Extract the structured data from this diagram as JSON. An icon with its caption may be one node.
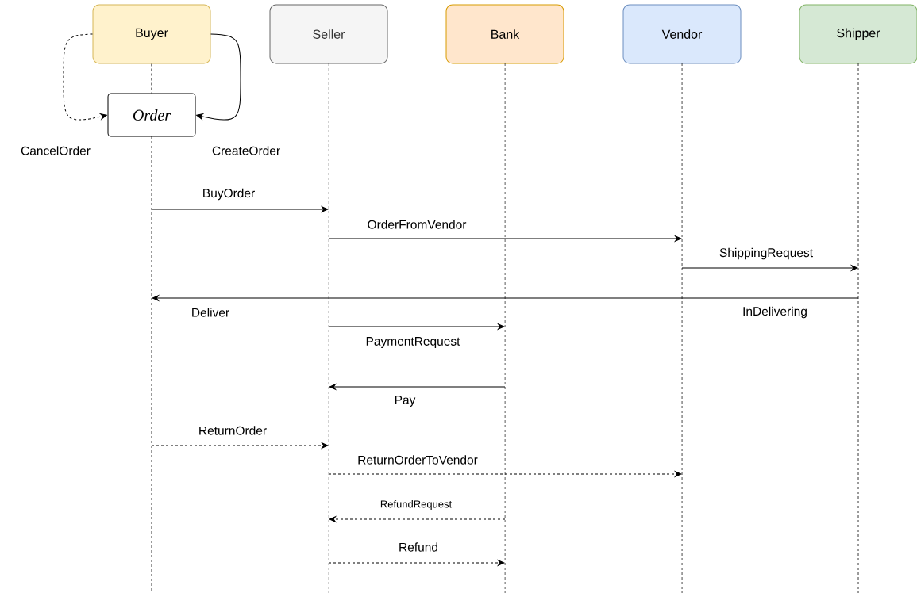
{
  "diagram": {
    "nodes": [
      {
        "text": [
          "Buyer"
        ]
      },
      {
        "text": [
          "Seller"
        ]
      },
      {
        "text": [
          "Bank"
        ]
      },
      {
        "text": [
          "Vendor"
        ]
      },
      {
        "text": [
          "Shipper"
        ]
      },
      {
        "text": [
          "Order"
        ]
      },
      {
        "text": [],
        "shape": "lifeline"
      },
      {
        "text": [],
        "shape": "lifeline"
      },
      {
        "text": [],
        "shape": "lifeline"
      },
      {
        "text": [],
        "shape": "lifeline"
      },
      {
        "text": [],
        "shape": "lifeline"
      }
    ],
    "edges": [
      {
        "from": 0,
        "to": 5,
        "arrow": "to",
        "label": "CancelOrder",
        "style": "dashed"
      },
      {
        "from": 0,
        "to": 5,
        "arrow": "to",
        "label": "CreateOrder"
      },
      {
        "from": 6,
        "to": 7,
        "arrow": "to",
        "label": "BuyOrder"
      },
      {
        "from": 7,
        "to": 9,
        "arrow": "to",
        "label": "OrderFromVendor"
      },
      {
        "from": 9,
        "to": 10,
        "arrow": "to",
        "label": "ShippingRequest"
      },
      {
        "from": 10,
        "to": 6,
        "arrow": "to",
        "label": "Deliver"
      },
      {
        "from": 7,
        "to": 8,
        "arrow": "to",
        "label": "PaymentRequest"
      },
      {
        "from": 8,
        "to": 7,
        "arrow": "to",
        "label": "Pay"
      },
      {
        "from": 6,
        "to": 7,
        "arrow": "to",
        "label": "ReturnOrder",
        "style": "dashed"
      },
      {
        "from": 7,
        "to": 9,
        "arrow": "to",
        "label": "ReturnOrderToVendor",
        "style": "dashed"
      },
      {
        "from": 8,
        "to": 7,
        "arrow": "to",
        "label": "RefundRequest",
        "style": "dashed"
      },
      {
        "from": 7,
        "to": 8,
        "arrow": "to",
        "label": "Refund",
        "style": "dashed"
      },
      {
        "from": 0,
        "to": 5,
        "arrow": "none",
        "style": "dashed"
      }
    ],
    "labels": [
      "InDelivering"
    ]
  }
}
